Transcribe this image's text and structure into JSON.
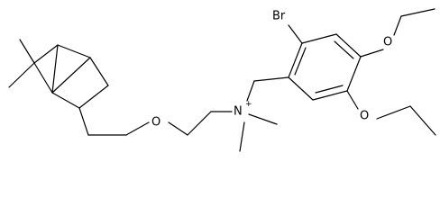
{
  "molecule": {
    "atoms": {
      "bromine": "Br",
      "oxygen_ether": "O",
      "oxygen_ethoxy_upper": "O",
      "oxygen_ethoxy_lower": "O",
      "nitrogen": "N",
      "nitrogen_charge": "+"
    },
    "colors": {
      "bond": "#000000",
      "label": "#000000",
      "background": "#ffffff"
    }
  }
}
